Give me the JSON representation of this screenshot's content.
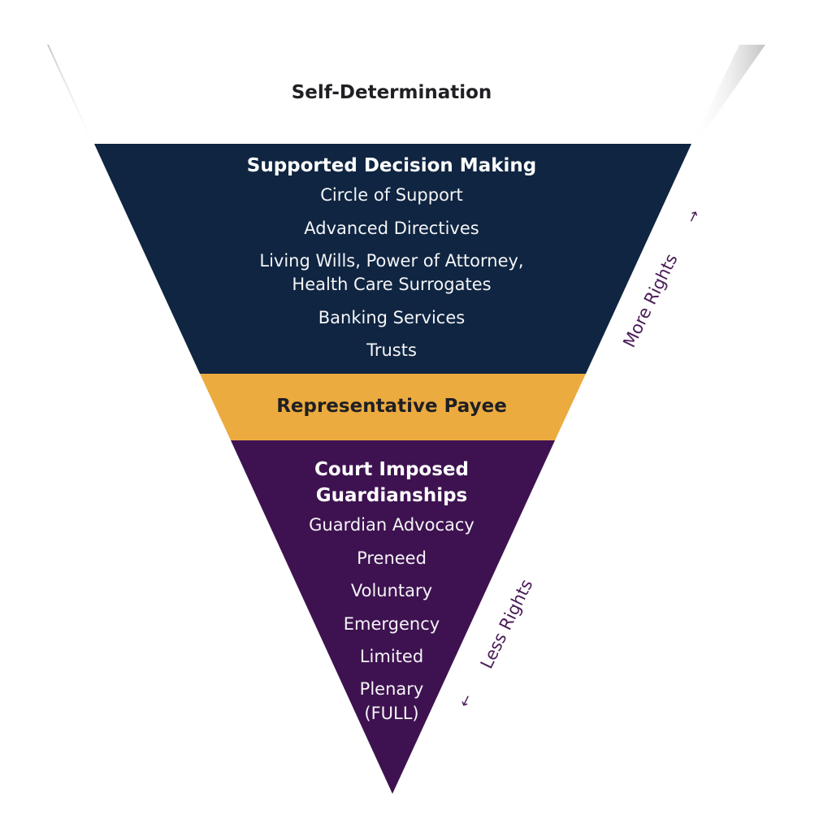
{
  "top": {
    "title": "Self-Determination"
  },
  "supported": {
    "title": "Supported Decision Making",
    "items": [
      "Circle of Support",
      "Advanced Directives",
      "Living Wills, Power of  Attorney,",
      "Health Care Surrogates",
      "Banking Services",
      "Trusts"
    ]
  },
  "payee": {
    "title": "Representative Payee"
  },
  "court": {
    "title_line1": "Court Imposed",
    "title_line2": "Guardianships",
    "items": [
      "Guardian Advocacy",
      "Preneed",
      "Voluntary",
      "Emergency",
      "Limited",
      "Plenary",
      "(FULL)"
    ]
  },
  "arrows": {
    "more": "More Rights",
    "less": "Less Rights",
    "up_glyph": "→",
    "down_glyph": "←"
  },
  "colors": {
    "navy": "#0f2541",
    "gold": "#ecab3f",
    "purple": "#3e1250",
    "arrow": "#4a1b57",
    "white_band": "#ffffff"
  }
}
